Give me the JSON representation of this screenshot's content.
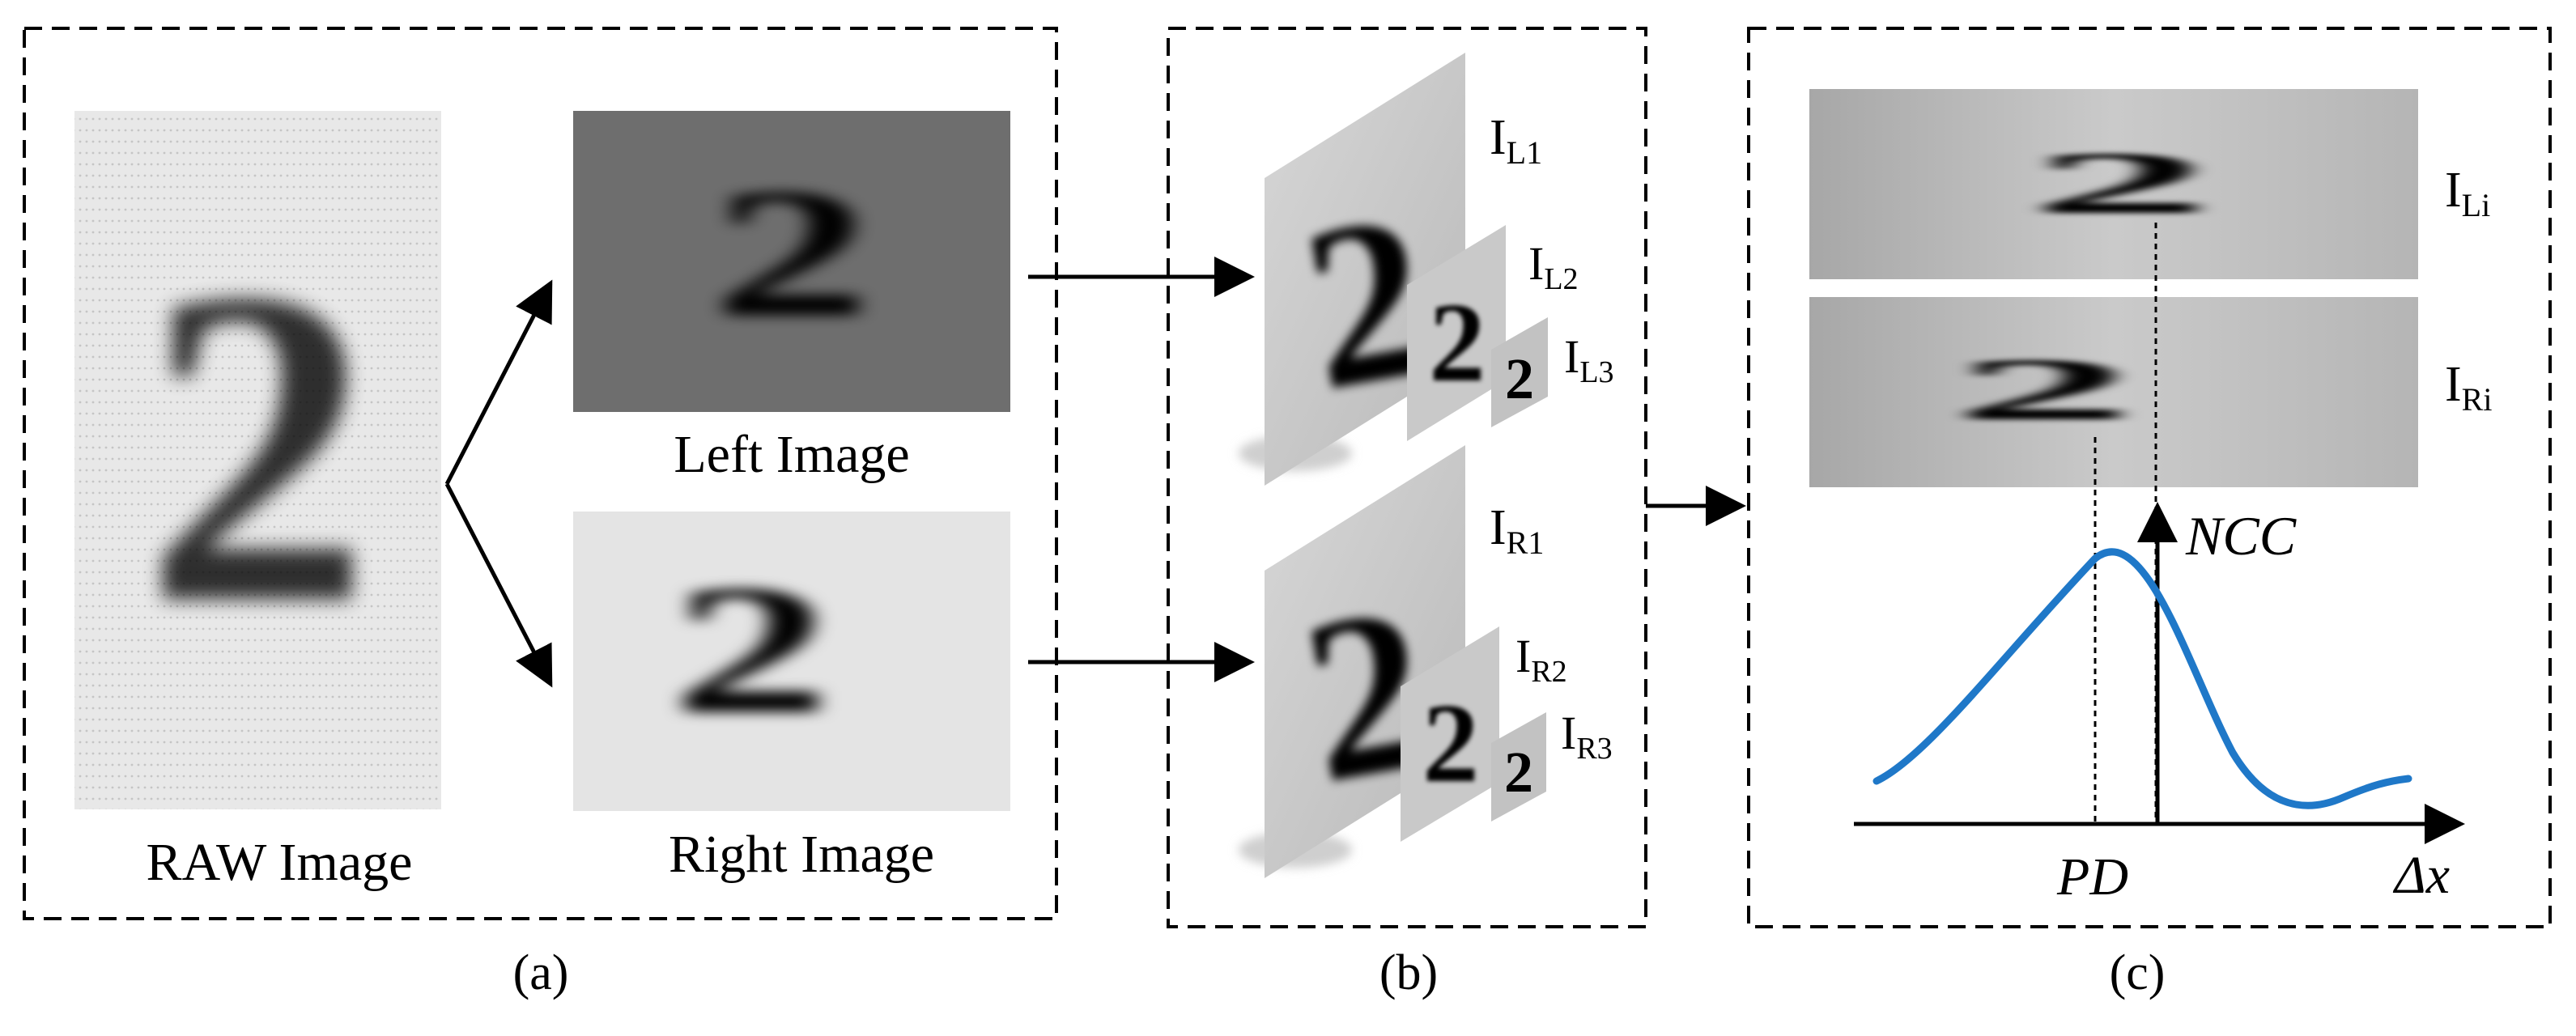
{
  "panel_a": {
    "raw_caption": "RAW Image",
    "left_caption": "Left Image",
    "right_caption": "Right Image",
    "digit": "2",
    "label": "(a)"
  },
  "panel_b": {
    "label": "(b)",
    "left_pyramid": [
      {
        "base": "I",
        "sub": "L1"
      },
      {
        "base": "I",
        "sub": "L2"
      },
      {
        "base": "I",
        "sub": "L3"
      }
    ],
    "right_pyramid": [
      {
        "base": "I",
        "sub": "R1"
      },
      {
        "base": "I",
        "sub": "R2"
      },
      {
        "base": "I",
        "sub": "R3"
      }
    ]
  },
  "panel_c": {
    "label": "(c)",
    "left_patch": {
      "base": "I",
      "sub": "Li"
    },
    "right_patch": {
      "base": "I",
      "sub": "Ri"
    },
    "y_axis_label": "NCC",
    "x_axis_label": "Δx",
    "peak_label": "PD",
    "curve_color": "#1f78c8"
  },
  "colors": {
    "border": "#000000",
    "arrow": "#000000",
    "left_image_bg": "#6e6e6e",
    "right_image_bg": "#e4e4e4",
    "raw_image_bg": "#e9e9e9"
  }
}
